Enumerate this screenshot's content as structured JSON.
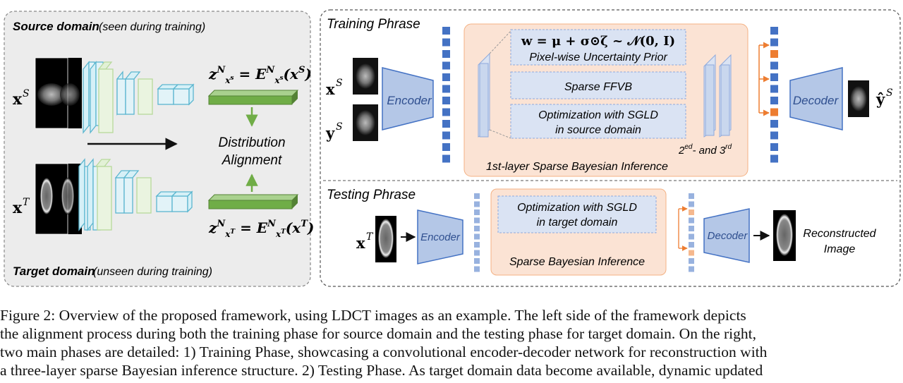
{
  "left_panel": {
    "source_title": "Source domain",
    "source_note": "(seen during training)",
    "target_title": "Target domain",
    "target_note": "(unseen during training)",
    "alignment_line1": "Distribution",
    "alignment_line2": "Alignment",
    "x_source": "x",
    "x_source_sup": "S",
    "x_target": "x",
    "x_target_sup": "T"
  },
  "training": {
    "title": "Training Phrase",
    "encoder": "Encoder",
    "decoder": "Decoder",
    "x_in": "x",
    "x_in_sup": "S",
    "y_in": "y",
    "y_in_sup": "S",
    "y_out": "ŷ",
    "y_out_sup": "S",
    "formula": "w = μ + σ⊙ζ ~ 𝒩(0, I)",
    "prior": "Pixel-wise Uncertainty Prior",
    "ffvb": "Sparse FFVB",
    "sgld_line1": "Optimization with SGLD",
    "sgld_line2": "in source domain",
    "layers_a": "2",
    "layers_a_sup": "ed",
    "layers_b": "- and 3",
    "layers_b_sup": "rd",
    "inference": "1st-layer Sparse Bayesian Inference"
  },
  "testing": {
    "title": "Testing Phrase",
    "encoder": "Encoder",
    "decoder": "Decoder",
    "x_in": "x",
    "x_in_sup": "T",
    "sgld_line1": "Optimization with SGLD",
    "sgld_line2": "in target domain",
    "inference": "Sparse Bayesian Inference",
    "out_line1": "Reconstructed",
    "out_line2": "Image"
  },
  "caption": {
    "line1": "Figure 2: Overview of the proposed framework, using LDCT images as an example. The left side of the framework depicts",
    "line2": "the alignment process during both the training phase for source domain and the testing phase for target domain. On the right,",
    "line3": "two main phases are detailed: 1) Training Phase, showcasing a convolutional encoder-decoder network for reconstruction with",
    "line4": "a three-layer sparse Bayesian inference structure. 2) Testing Phase. As target domain data become available, dynamic updated"
  },
  "colors": {
    "encoder_fill": "#b4c7e7",
    "encoder_stroke": "#4472c4",
    "orange_panel": "#fbe3d4",
    "token_blue": "#4472c4",
    "token_orange": "#ed7d31",
    "green_bar": "#70ad47",
    "panel_gray": "#ececec",
    "teal_layer": "#d6f0f7"
  }
}
